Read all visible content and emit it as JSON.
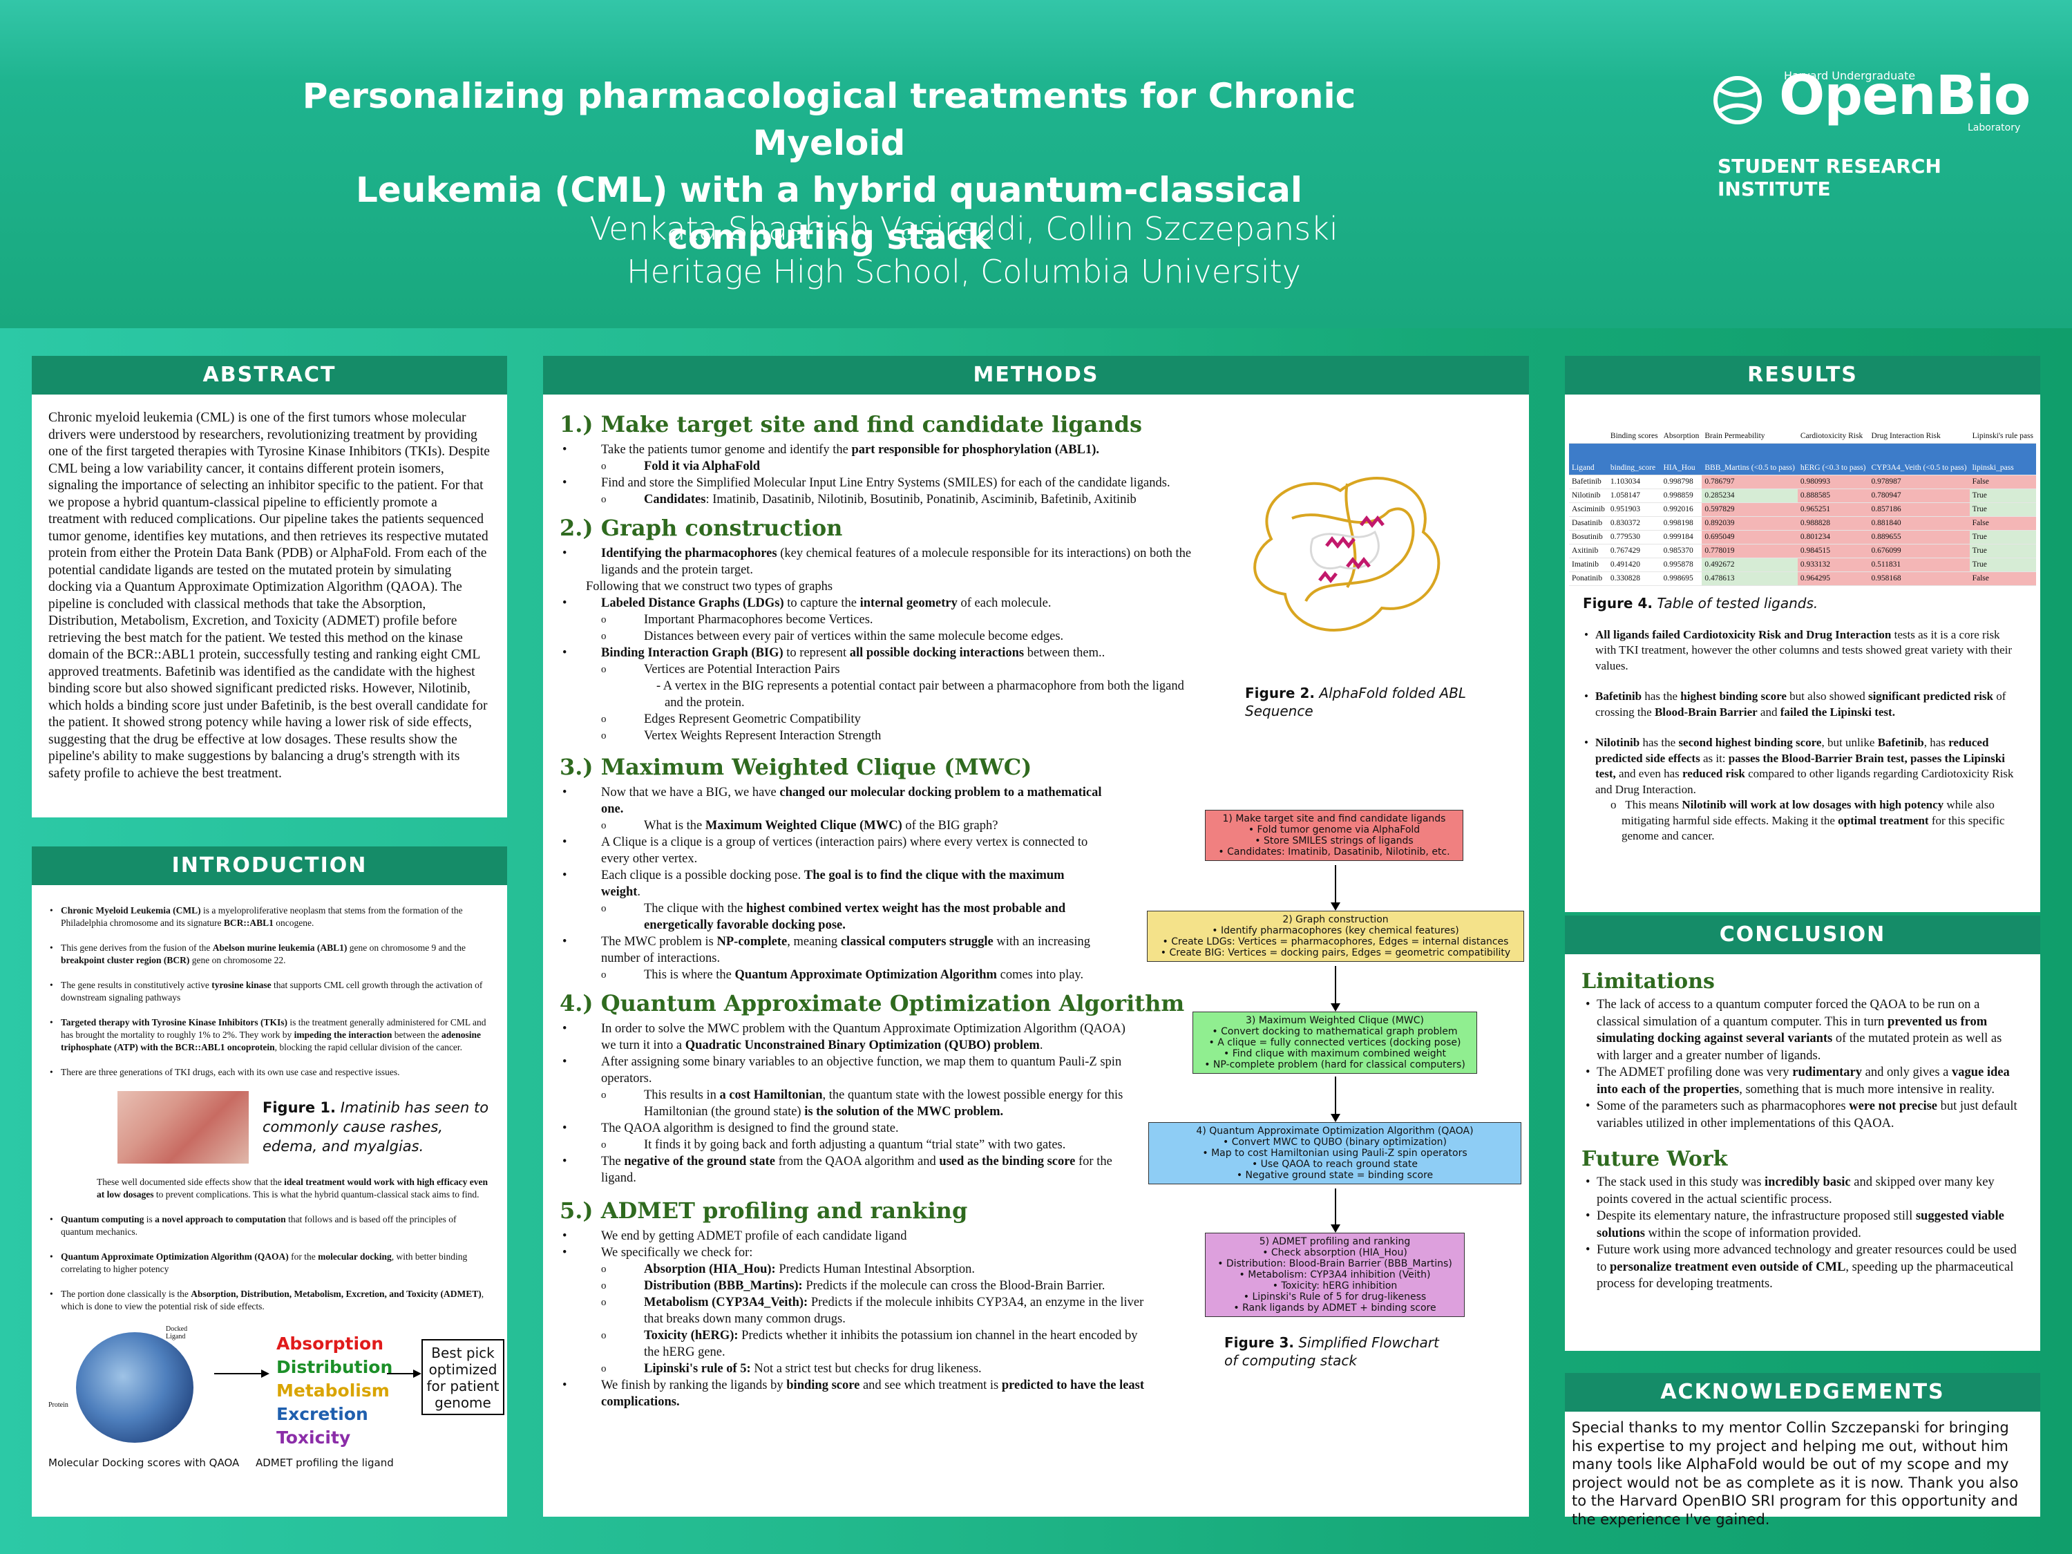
{
  "header": {
    "title_line1": "Personalizing pharmacological treatments for Chronic Myeloid",
    "title_line2": "Leukemia (CML) with a hybrid quantum-classical computing stack",
    "authors": "Venkata Shashish Vasireddi, Collin Szczepanski",
    "affiliation": "Heritage High School, Columbia University",
    "logo_harvard": "Harvard Undergraduate",
    "logo_open": "OpenBio",
    "logo_lab": "Laboratory",
    "logo_sri": "STUDENT RESEARCH INSTITUTE"
  },
  "abstract": {
    "heading": "ABSTRACT",
    "text": "Chronic myeloid leukemia (CML) is one of the first tumors whose molecular drivers were understood by researchers, revolutionizing treatment by providing one of the first targeted therapies with Tyrosine Kinase Inhibitors (TKIs). Despite CML being a low variability cancer, it contains different protein isomers, signaling the importance of selecting an inhibitor specific to the patient. For that we propose a hybrid quantum-classical pipeline to efficiently promote a treatment with reduced complications. Our pipeline takes the patients sequenced tumor genome, identifies key mutations, and then retrieves its respective mutated protein from either the Protein Data Bank (PDB) or AlphaFold. From each of the potential candidate ligands are tested on the mutated protein by simulating docking via a Quantum Approximate Optimization Algorithm (QAOA). The pipeline is concluded with classical methods that take the Absorption, Distribution, Metabolism, Excretion, and Toxicity (ADMET) profile before retrieving the best match for the patient. We tested this method on the kinase domain of the BCR::ABL1 protein, successfully testing and ranking eight CML approved treatments. Bafetinib was identified as the candidate with the highest binding score but also showed significant predicted risks. However, Nilotinib, which holds a binding score just under Bafetinib, is the best overall candidate for the patient. It showed strong potency while having a lower risk of side effects, suggesting that the drug be effective at low dosages. These results show the pipeline's ability to make suggestions by balancing a drug's strength with its safety profile to achieve the best treatment."
  },
  "intro": {
    "heading": "INTRODUCTION",
    "b1_bold": "Chronic Myeloid Leukemia (CML)",
    "b1_rest": " is a myeloproliferative neoplasm that stems from the formation of the Philadelphia chromosome and its signature ",
    "b1_bold2": "BCR::ABL1",
    "b1_end": " oncogene.",
    "b2a": "This gene derives from the fusion of the ",
    "b2b": "Abelson murine leukemia (ABL1)",
    "b2c": " gene on chromosome 9 and the ",
    "b2d": "breakpoint cluster region (BCR)",
    "b2e": " gene on chromosome 22.",
    "b3a": "The gene results in constitutively active ",
    "b3b": "tyrosine kinase",
    "b3c": " that supports CML cell growth through the activation of downstream signaling pathways",
    "b4a": "Targeted therapy with Tyrosine Kinase Inhibitors (TKIs)",
    "b4b": " is the treatment generally administered for CML and has brought the mortality to roughly 1% to 2%. They work by ",
    "b4c": "impeding the interaction",
    "b4d": " between the ",
    "b4e": "adenosine triphosphate (ATP) with the BCR::ABL1 oncoprotein",
    "b4f": ", blocking the rapid cellular division of the cancer.",
    "b5": "There are three generations of TKI drugs, each with its own use case and respective issues.",
    "fig1_label": "Figure 1.",
    "fig1_text": " Imatinib has seen to commonly cause rashes, edema, and myalgias.",
    "note_a": "These well documented side effects show that the ",
    "note_b": "ideal treatment would work with high efficacy even at low dosages",
    "note_c": " to prevent complications. This is what the hybrid quantum-classical stack aims to find.",
    "b6a": "Quantum computing",
    "b6b": " is ",
    "b6c": "a novel approach to computation",
    "b6d": " that follows and is based off the principles of quantum mechanics.",
    "b7a": "Quantum Approximate Optimization Algorithm (QAOA)",
    "b7b": " for the ",
    "b7c": "molecular docking",
    "b7d": ", with better binding correlating to higher potency",
    "b8a": "The portion done classically is the ",
    "b8b": "Absorption, Distribution, Metabolism, Excretion, and Toxicity (ADMET)",
    "b8c": ", which is done to view the potential risk of side effects.",
    "docked_label": "Docked Ligand",
    "protein_label": "Protein",
    "admet": [
      "Absorption",
      "Distribution",
      "Metabolism",
      "Excretion",
      "Toxicity"
    ],
    "best_pick": "Best pick optimized for patient genome",
    "cap_left": "Molecular Docking scores with QAOA",
    "cap_right": "ADMET profiling the ligand"
  },
  "methods": {
    "heading": "METHODS",
    "s1": "1.) Make target site and find candidate ligands",
    "s1_b1a": "Take the patients tumor genome and identify the ",
    "s1_b1b": "part responsible for phosphorylation (ABL1).",
    "s1_o1": "Fold it via AlphaFold",
    "s1_b2": "Find and store the Simplified Molecular Input Line Entry Systems (SMILES) for each of the candidate ligands.",
    "s1_o2a": "Candidates",
    "s1_o2b": ": Imatinib, Dasatinib, Nilotinib, Bosutinib, Ponatinib, Asciminib, Bafetinib, Axitinib",
    "s2": "2.) Graph construction",
    "s2_b1a": "Identifying the pharmacophores",
    "s2_b1b": " (key chemical features of a molecule responsible for its interactions) on both the ligands and the protein target.",
    "s2_plain": "Following that we construct two types of graphs",
    "s2_b2a": "Labeled Distance Graphs (LDGs)",
    "s2_b2b": " to capture the ",
    "s2_b2c": "internal geometry",
    "s2_b2d": " of each molecule.",
    "s2_o1": "Important Pharmacophores become Vertices.",
    "s2_o2": "Distances between every pair of vertices within the same molecule become edges.",
    "s2_b3a": "Binding Interaction Graph (BIG)",
    "s2_b3b": " to represent ",
    "s2_b3c": "all possible docking interactions",
    "s2_b3d": " between them..",
    "s2_o3": "Vertices are Potential Interaction Pairs",
    "s2_dash": "-  A vertex in the BIG represents a potential contact pair between a pharmacophore from both the ligand and the protein.",
    "s2_o4": "Edges Represent Geometric Compatibility",
    "s2_o5": "Vertex Weights Represent Interaction Strength",
    "s3": "3.) Maximum Weighted Clique (MWC)",
    "s3_b1a": "Now that we have a BIG, we have ",
    "s3_b1b": "changed our molecular docking problem to a mathematical one.",
    "s3_o1a": "What is the ",
    "s3_o1b": "Maximum Weighted Clique (MWC)",
    "s3_o1c": " of the BIG graph?",
    "s3_b2": "A Clique is a clique is a group of  vertices (interaction pairs) where every vertex is connected to every other vertex.",
    "s3_b3a": "Each clique is a possible docking pose. ",
    "s3_b3b": "The goal is to find the clique with the maximum weight",
    "s3_b3c": ".",
    "s3_o2a": "The clique with the ",
    "s3_o2b": "highest combined vertex weight has the most probable and energetically favorable docking pose.",
    "s3_b4a": "The MWC problem is ",
    "s3_b4b": "NP-complete",
    "s3_b4c": ", meaning ",
    "s3_b4d": "classical computers struggle",
    "s3_b4e": " with an increasing number of interactions.",
    "s3_o3a": "This is where the ",
    "s3_o3b": "Quantum Approximate Optimization Algorithm",
    "s3_o3c": " comes into play.",
    "s4": "4.) Quantum Approximate Optimization Algorithm",
    "s4_b1a": "In order to solve the MWC problem with the Quantum Approximate Optimization Algorithm (QAOA) we turn it into a ",
    "s4_b1b": "Quadratic Unconstrained Binary Optimization (QUBO) problem",
    "s4_b1c": ".",
    "s4_b2": "After assigning some binary variables to an objective function, we map them to quantum Pauli-Z spin operators.",
    "s4_o1a": "This results in ",
    "s4_o1b": "a cost Hamiltonian",
    "s4_o1c": ", the quantum state with the lowest possible energy for this Hamiltonian (the ground state) ",
    "s4_o1d": "is the solution of the MWC problem.",
    "s4_b3": "The QAOA algorithm is designed to find the ground state.",
    "s4_o2": "It finds it by going back and forth adjusting a quantum “trial state” with two gates.",
    "s4_b4a": "The ",
    "s4_b4b": "negative of the ground state",
    "s4_b4c": " from the QAOA algorithm and ",
    "s4_b4d": "used as the binding score",
    "s4_b4e": " for the ligand.",
    "s5": "5.) ADMET profiling and ranking",
    "s5_b1": "We end by getting ADMET profile of each candidate ligand",
    "s5_b2": "We specifically we check for:",
    "s5_o1a": "Absorption (HIA_Hou):",
    "s5_o1b": " Predicts Human Intestinal Absorption.",
    "s5_o2a": "Distribution (BBB_Martins):",
    "s5_o2b": " Predicts if the molecule can cross the Blood-Brain Barrier.",
    "s5_o3a": "Metabolism (CYP3A4_Veith):",
    "s5_o3b": " Predicts if the molecule inhibits CYP3A4, an enzyme in the liver that breaks down many common drugs.",
    "s5_o4a": "Toxicity (hERG):",
    "s5_o4b": " Predicts whether it inhibits the potassium ion channel in the heart encoded by the hERG gene.",
    "s5_o5a": "Lipinski's rule of 5:",
    "s5_o5b": " Not a strict test but checks for drug likeness.",
    "s5_b3a": "We finish by ranking the ligands by ",
    "s5_b3b": "binding score",
    "s5_b3c": " and see which treatment is ",
    "s5_b3d": "predicted to have the least complications.",
    "fig2_label": "Figure 2.",
    "fig2_text": " AlphaFold folded ABL Sequence",
    "fig3_label": "Figure 3.",
    "fig3_text": " Simplified Flowchart of computing stack",
    "flow": [
      {
        "lines": [
          "1) Make target site and find candidate ligands",
          "• Fold tumor genome via AlphaFold",
          "• Store SMILES strings of ligands",
          "• Candidates: Imatinib, Dasatinib, Nilotinib, etc."
        ],
        "color": "#f08080"
      },
      {
        "lines": [
          "2) Graph construction",
          "• Identify pharmacophores (key chemical features)",
          "• Create LDGs: Vertices = pharmacophores, Edges = internal distances",
          "• Create BIG: Vertices = docking pairs, Edges = geometric compatibility"
        ],
        "color": "#f4e28a"
      },
      {
        "lines": [
          "3) Maximum Weighted Clique (MWC)",
          "• Convert docking to mathematical graph problem",
          "• A clique = fully connected vertices (docking pose)",
          "• Find clique with maximum combined weight",
          "• NP-complete problem (hard for classical computers)"
        ],
        "color": "#90ee90"
      },
      {
        "lines": [
          "4) Quantum Approximate Optimization Algorithm (QAOA)",
          "• Convert MWC to QUBO (binary optimization)",
          "• Map to cost Hamiltonian using Pauli-Z spin operators",
          "• Use QAOA to reach ground state",
          "• Negative ground state = binding score"
        ],
        "color": "#8ecdf5"
      },
      {
        "lines": [
          "5) ADMET profiling and ranking",
          "• Check absorption (HIA_Hou)",
          "• Distribution: Blood-Brain Barrier (BBB_Martins)",
          "• Metabolism: CYP3A4 inhibition (Veith)",
          "• Toxicity: hERG inhibition",
          "• Lipinski's Rule of 5 for drug-likeness",
          "• Rank ligands by ADMET + binding score"
        ],
        "color": "#dda0dd"
      }
    ]
  },
  "results": {
    "heading": "RESULTS",
    "table_header": [
      "",
      "Binding scores",
      "Absorption",
      "Brain Permeability",
      "Cardiotoxicity Risk",
      "Drug Interaction Risk",
      "Lipinski's rule pass"
    ],
    "table_keys": [
      "Ligand",
      "binding_score",
      "HIA_Hou",
      "BBB_Martins (<0.5 to pass)",
      "hERG (<0.3 to pass)",
      "CYP3A4_Veith (<0.5 to pass)",
      "lipinski_pass"
    ],
    "rows": [
      [
        "Bafetinib",
        "1.103034",
        "0.998798",
        "0.786797",
        "0.980993",
        "0.978987",
        "False"
      ],
      [
        "Nilotinib",
        "1.058147",
        "0.998859",
        "0.285234",
        "0.888585",
        "0.780947",
        "True"
      ],
      [
        "Asciminib",
        "0.951903",
        "0.992016",
        "0.597829",
        "0.965251",
        "0.857186",
        "True"
      ],
      [
        "Dasatinib",
        "0.830372",
        "0.998198",
        "0.892039",
        "0.988828",
        "0.881840",
        "False"
      ],
      [
        "Bosutinib",
        "0.779530",
        "0.999184",
        "0.695049",
        "0.801234",
        "0.889655",
        "True"
      ],
      [
        "Axitinib",
        "0.767429",
        "0.985370",
        "0.778019",
        "0.984515",
        "0.676099",
        "True"
      ],
      [
        "Imatinib",
        "0.491420",
        "0.995878",
        "0.492672",
        "0.933132",
        "0.511831",
        "True"
      ],
      [
        "Ponatinib",
        "0.330828",
        "0.998695",
        "0.478613",
        "0.964295",
        "0.958168",
        "False"
      ]
    ],
    "fig4_label": "Figure 4.",
    "fig4_text": " Table of tested ligands.",
    "r1a": "All ligands failed Cardiotoxicity Risk and Drug Interaction",
    "r1b": " tests as it is a core risk with TKI treatment, however the other columns and tests showed great variety with their values.",
    "r2a": "Bafetinib",
    "r2b": " has the ",
    "r2c": "highest binding score",
    "r2d": " but also showed ",
    "r2e": "significant predicted risk",
    "r2f": " of crossing the ",
    "r2g": "Blood-Brain Barrier",
    "r2h": " and ",
    "r2i": "failed the Lipinski test.",
    "r3a": "Nilotinib",
    "r3b": " has the ",
    "r3c": "second highest binding score",
    "r3d": ", but unlike ",
    "r3e": "Bafetinib",
    "r3f": ", has ",
    "r3g": "reduced predicted side effects",
    "r3h": " as it: ",
    "r3i": "passes the Blood-Barrier Brain test, passes the Lipinski test,",
    "r3j": " and even has ",
    "r3k": "reduced risk",
    "r3l": " compared to other ligands regarding Cardiotoxicity Risk and Drug Interaction.",
    "r3sa": "This means ",
    "r3sb": "Nilotinib will work at low dosages with high potency",
    "r3sc": " while also mitigating harmful side effects. Making it the ",
    "r3sd": "optimal treatment",
    "r3se": " for this specific genome and cancer."
  },
  "conclusion": {
    "heading": "CONCLUSION",
    "lim": "Limitations",
    "l1a": "The lack of access to a quantum computer forced the QAOA to be run on a classical simulation of a quantum computer. This in turn ",
    "l1b": "prevented us from simulating docking against several variants",
    "l1c": " of the mutated protein as well as with larger and a greater number of ligands.",
    "l2a": "The ADMET profiling done was very ",
    "l2b": "rudimentary",
    "l2c": " and only gives a ",
    "l2d": "vague idea into each of the properties",
    "l2e": ", something that is much more intensive in reality.",
    "l3a": "Some of the parameters such as pharmacophores ",
    "l3b": "were not precise",
    "l3c": " but just default variables utilized in other implementations of this QAOA.",
    "fw": "Future Work",
    "f1a": "The stack used in this study was ",
    "f1b": "incredibly basic",
    "f1c": " and skipped over many key points covered in the actual scientific process.",
    "f2a": "Despite its elementary nature, the infrastructure proposed still ",
    "f2b": "suggested viable solutions",
    "f2c": " within the scope of  information provided.",
    "f3a": "Future work using more advanced technology and greater resources could be used to ",
    "f3b": "personalize treatment even outside of CML",
    "f3c": ", speeding up the pharmaceutical process for developing treatments."
  },
  "ack": {
    "heading": "ACKNOWLEDGEMENTS",
    "text": "Special thanks to my mentor Collin Szczepanski for bringing his expertise to my project and helping me out, without him many tools like AlphaFold would be out of my scope and my project would not be as complete as it is now. Thank you also to the Harvard OpenBIO SRI program for this opportunity and the experience I've gained."
  },
  "colors": {
    "header_green": "#158c68",
    "section_green": "#2f6a1f",
    "fail_red": "#f4b6b6",
    "pass_green": "#d6ecd5",
    "table_blue": "#3d7cc9"
  }
}
